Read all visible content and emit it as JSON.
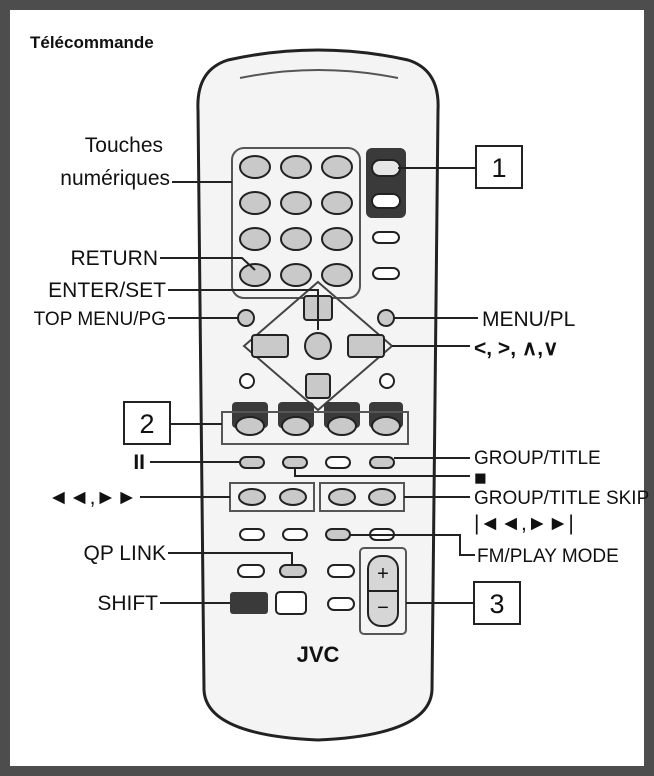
{
  "title": "Télécommande",
  "labels": {
    "touches_1": "Touches",
    "touches_2": "numériques",
    "return": "RETURN",
    "enter_set": "ENTER/SET",
    "top_menu": "TOP MENU/PG",
    "pause": "II",
    "rew_ff": "◄◄,►►",
    "qp_link": "QP LINK",
    "shift": "SHIFT",
    "menu_pl": "MENU/PL",
    "arrows": "<, >, ∧,∨",
    "group_title": "GROUP/TITLE",
    "stop": "■",
    "group_title_skip": "GROUP/TITLE SKIP",
    "skip": "|◄◄,►►|",
    "fm_play_mode": "FM/PLAY MODE"
  },
  "boxes": {
    "box1": "1",
    "box2": "2",
    "box3": "3"
  },
  "remote": {
    "brand": "JVC",
    "plus": "+",
    "minus": "−"
  },
  "colors": {
    "frame": "#4d4d4d",
    "remote_body": "#f2f2f2",
    "button_fill": "#c9c9c9",
    "dark_button": "#3a3a3a",
    "outline": "#222222"
  }
}
